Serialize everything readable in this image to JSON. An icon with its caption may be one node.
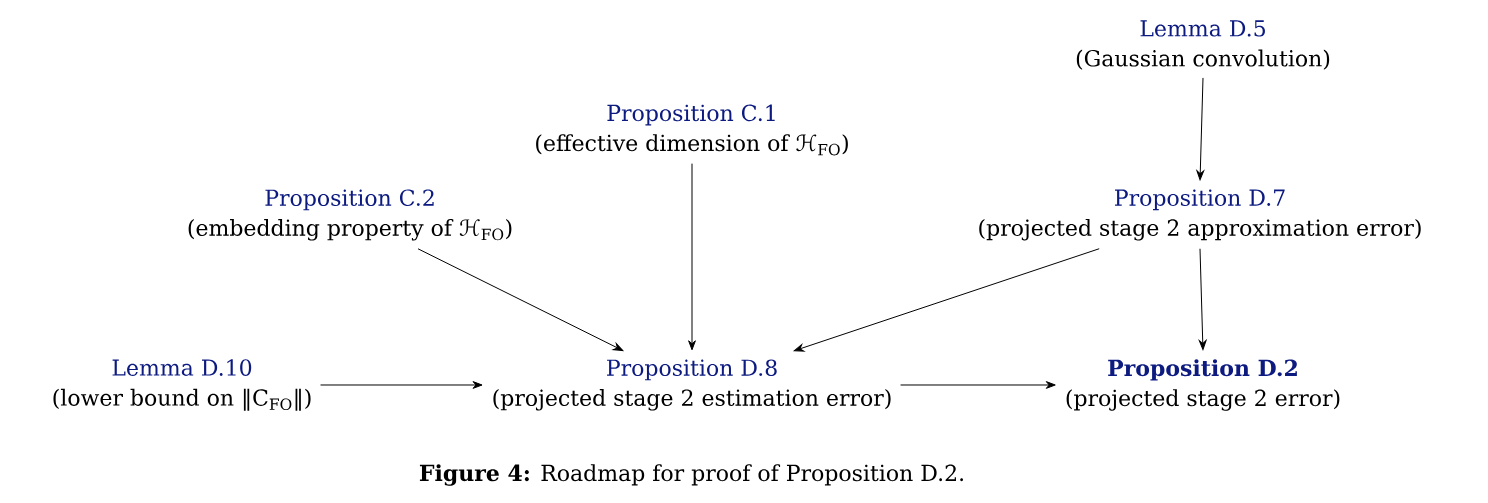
{
  "diagram": {
    "caption": "**Figure 4:** Roadmap for proof of Proposition D.2.",
    "nodes": [
      {
        "text": [
          "Lemma D.5",
          "(Gaussian convolution)"
        ]
      },
      {
        "text": [
          "Proposition C.1",
          "(effective dimension of ℋ$_{FO}$)"
        ]
      },
      {
        "text": [
          "Proposition C.2",
          "(embedding property of ℋ$_{FO}$)"
        ]
      },
      {
        "text": [
          "Proposition D.7",
          "(projected stage 2 approximation error)"
        ]
      },
      {
        "text": [
          "Lemma D.10",
          "(lower bound on ‖C$_{FO}$‖)"
        ]
      },
      {
        "text": [
          "Proposition D.8",
          "(projected stage 2 estimation error)"
        ]
      },
      {
        "text": [
          "Proposition D.2",
          "(projected stage 2 error)"
        ]
      }
    ],
    "edges": [
      {
        "from": 0,
        "to": 3,
        "arrow": "to"
      },
      {
        "from": 1,
        "to": 5,
        "arrow": "to"
      },
      {
        "from": 2,
        "to": 5,
        "arrow": "to"
      },
      {
        "from": 3,
        "to": 5,
        "arrow": "to"
      },
      {
        "from": 3,
        "to": 6,
        "arrow": "to"
      },
      {
        "from": 4,
        "to": 5,
        "arrow": "to"
      },
      {
        "from": 5,
        "to": 6,
        "arrow": "to"
      }
    ]
  }
}
